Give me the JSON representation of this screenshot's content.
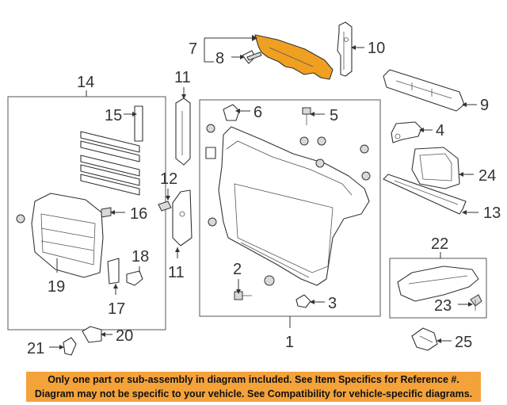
{
  "callouts": {
    "c1": "1",
    "c2": "2",
    "c3": "3",
    "c4": "4",
    "c5": "5",
    "c6": "6",
    "c7": "7",
    "c8": "8",
    "c9": "9",
    "c10": "10",
    "c11a": "11",
    "c11b": "11",
    "c12": "12",
    "c13": "13",
    "c14": "14",
    "c15": "15",
    "c16": "16",
    "c17": "17",
    "c18": "18",
    "c19": "19",
    "c20": "20",
    "c21": "21",
    "c22": "22",
    "c23": "23",
    "c24": "24",
    "c25": "25"
  },
  "highlight_color": "#f0a020",
  "banner_color": "#f4a23a",
  "disclaimer": {
    "line1": "Only one part or sub-assembly in diagram included. See Item Specifics for Reference #.",
    "line2": "Diagram may not be specific to your vehicle. See Compatibility for vehicle-specific diagrams."
  }
}
